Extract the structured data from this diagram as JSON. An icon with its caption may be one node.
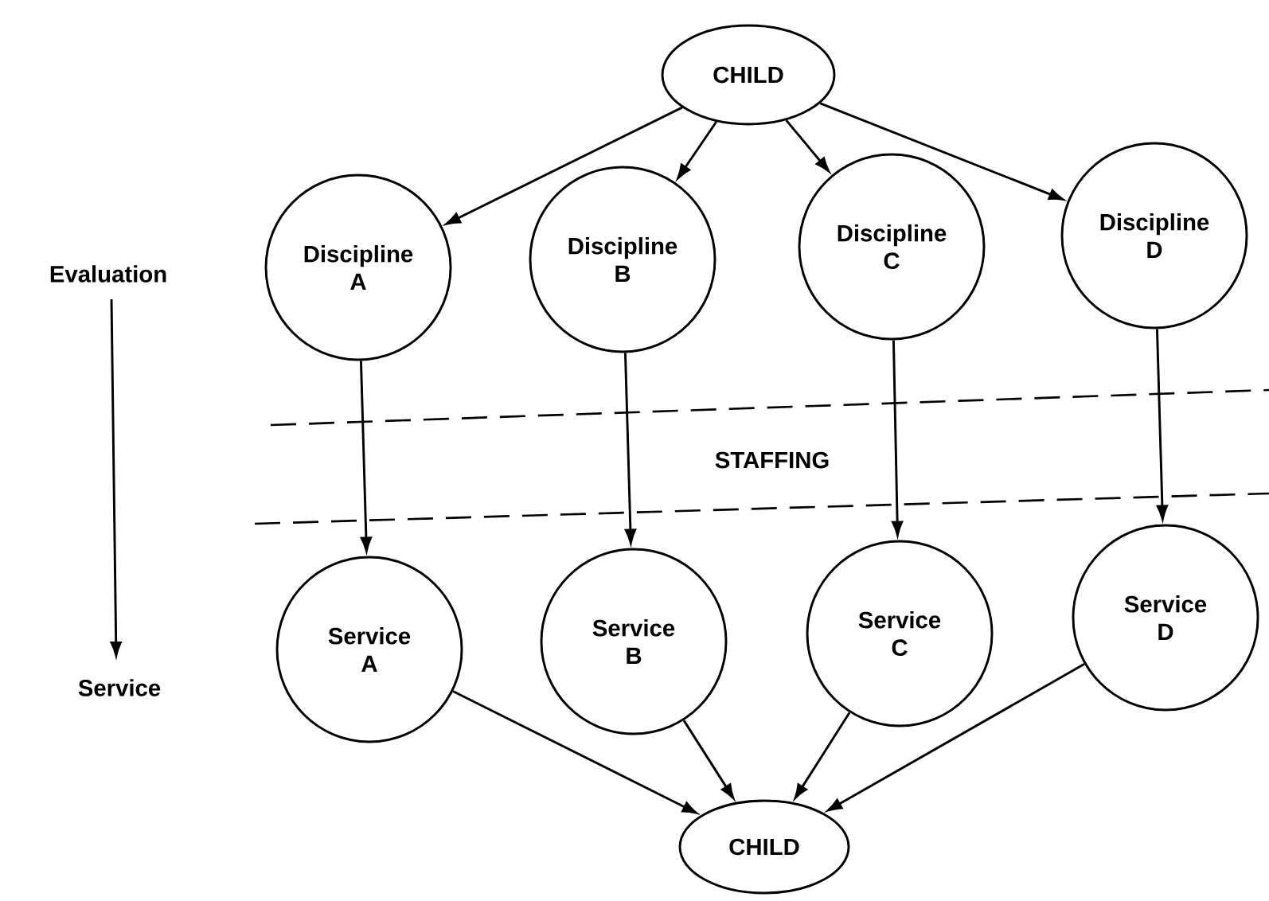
{
  "diagram": {
    "nodes": [
      {
        "text": [
          "CHILD"
        ]
      },
      {
        "text": [
          "Discipline A"
        ]
      },
      {
        "text": [
          "Discipline B"
        ]
      },
      {
        "text": [
          "Discipline C"
        ]
      },
      {
        "text": [
          "Discipline D"
        ]
      },
      {
        "text": [
          "Service A"
        ]
      },
      {
        "text": [
          "Service B"
        ]
      },
      {
        "text": [
          "Service C"
        ]
      },
      {
        "text": [
          "Service D"
        ]
      },
      {
        "text": [
          "CHILD"
        ]
      }
    ],
    "edges": [
      {
        "from": 0,
        "to": 1,
        "arrow": "to"
      },
      {
        "from": 0,
        "to": 2,
        "arrow": "to"
      },
      {
        "from": 0,
        "to": 3,
        "arrow": "to"
      },
      {
        "from": 0,
        "to": 4,
        "arrow": "to"
      },
      {
        "from": 1,
        "to": 5,
        "arrow": "to"
      },
      {
        "from": 2,
        "to": 6,
        "arrow": "to"
      },
      {
        "from": 3,
        "to": 7,
        "arrow": "to"
      },
      {
        "from": 4,
        "to": 8,
        "arrow": "to"
      },
      {
        "from": 5,
        "to": 9,
        "arrow": "to"
      },
      {
        "from": 6,
        "to": 9,
        "arrow": "to"
      },
      {
        "from": 7,
        "to": 9,
        "arrow": "to"
      },
      {
        "from": 8,
        "to": 9,
        "arrow": "to"
      }
    ],
    "labels": [
      "Evaluation",
      "STAFFING",
      "Service"
    ]
  }
}
